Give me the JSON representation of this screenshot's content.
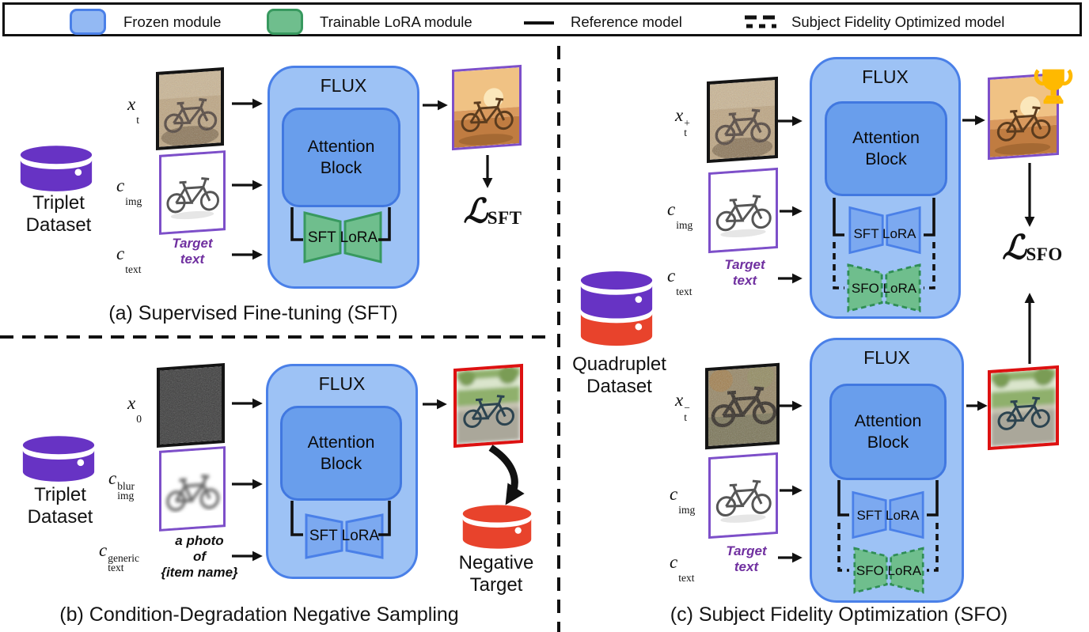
{
  "legend": {
    "items": [
      {
        "icon": "frozen-module-swatch-icon",
        "label": "Frozen module"
      },
      {
        "icon": "trainable-lora-swatch-icon",
        "label": "Trainable LoRA module"
      },
      {
        "icon": "reference-model-line-icon",
        "label": "Reference model"
      },
      {
        "icon": "sfo-model-dashed-line-icon",
        "label": "Subject Fidelity Optimized model"
      }
    ]
  },
  "colors": {
    "frozen_fill": "#93B9F3",
    "frozen_border": "#4A80E8",
    "attention_fill": "#699EEC",
    "trainable_fill": "#6FBE8D",
    "trainable_border": "#38995F",
    "dataset_purple": "#6733C4",
    "dataset_red": "#E8432C",
    "image_border_purple": "#7D4FC9",
    "image_border_red": "#DD1111",
    "target_text_purple": "#7030A0",
    "trophy_gold": "#FFB900"
  },
  "panel_a": {
    "caption": "(a) Supervised Fine-tuning (SFT)",
    "dataset": {
      "icon": "database-icon",
      "line1": "Triplet",
      "line2": "Dataset"
    },
    "labels": {
      "noisy": {
        "base": "x",
        "sub": "t",
        "sup": ""
      },
      "image": {
        "base": "c",
        "sub": "img",
        "sup": ""
      },
      "text": {
        "base": "c",
        "sub": "text",
        "sup": ""
      }
    },
    "prompt": {
      "line1": "Target",
      "line2": "text"
    },
    "flux": {
      "title": "FLUX",
      "attention_line1": "Attention",
      "attention_line2": "Block",
      "lora1": "SFT LoRA"
    },
    "loss": {
      "symbol": "ℒ",
      "sub": "SFT"
    }
  },
  "panel_b": {
    "caption": "(b) Condition-Degradation Negative Sampling",
    "dataset": {
      "icon": "database-icon",
      "line1": "Triplet",
      "line2": "Dataset"
    },
    "labels": {
      "noisy": {
        "base": "x",
        "sub": "0",
        "sup": ""
      },
      "image": {
        "base": "c",
        "sub": "img",
        "sup": "blur"
      },
      "text": {
        "base": "c",
        "sub": "text",
        "sup": "generic"
      }
    },
    "prompt": {
      "line1": "a photo",
      "line2": "of",
      "line3": "{item name}"
    },
    "flux": {
      "title": "FLUX",
      "attention_line1": "Attention",
      "attention_line2": "Block",
      "lora1": "SFT LoRA"
    },
    "negative": {
      "icon": "database-icon",
      "line1": "Negative",
      "line2": "Target"
    }
  },
  "panel_c": {
    "caption": "(c) Subject Fidelity Optimization (SFO)",
    "dataset": {
      "icon": "stacked-database-icon",
      "line1": "Quadruplet",
      "line2": "Dataset"
    },
    "loss": {
      "symbol": "ℒ",
      "sub": "SFO"
    },
    "top": {
      "labels": {
        "noisy": {
          "base": "x",
          "sub": "t",
          "sup": "+"
        },
        "image": {
          "base": "c",
          "sub": "img",
          "sup": ""
        },
        "text": {
          "base": "c",
          "sub": "text",
          "sup": ""
        }
      },
      "prompt": {
        "line1": "Target",
        "line2": "text"
      },
      "flux": {
        "title": "FLUX",
        "attention_line1": "Attention",
        "attention_line2": "Block",
        "lora1": "SFT LoRA",
        "lora2": "SFO LoRA"
      },
      "trophy_icon": "trophy-icon"
    },
    "bottom": {
      "labels": {
        "noisy": {
          "base": "x",
          "sub": "t",
          "sup": "−"
        },
        "image": {
          "base": "c",
          "sub": "img",
          "sup": ""
        },
        "text": {
          "base": "c",
          "sub": "text",
          "sup": ""
        }
      },
      "prompt": {
        "line1": "Target",
        "line2": "text"
      },
      "flux": {
        "title": "FLUX",
        "attention_line1": "Attention",
        "attention_line2": "Block",
        "lora1": "SFT LoRA",
        "lora2": "SFO LoRA"
      }
    }
  }
}
